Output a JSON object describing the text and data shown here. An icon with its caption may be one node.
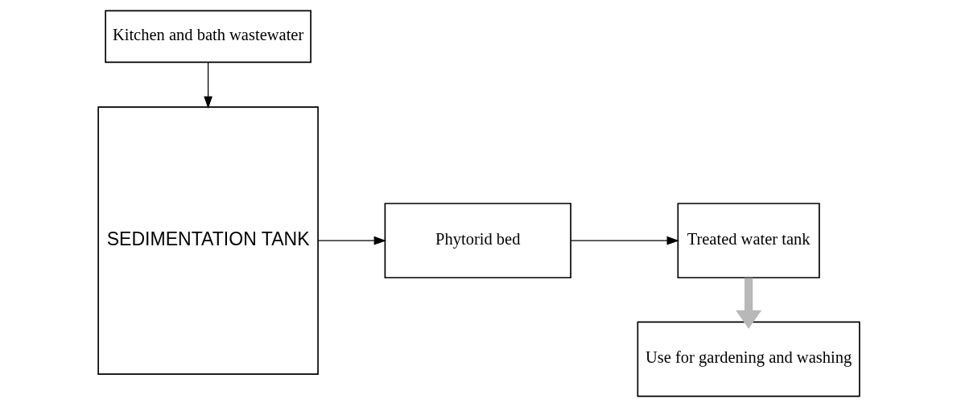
{
  "diagram": {
    "nodes": [
      {
        "text": [
          "Kitchen and bath wastewater"
        ]
      },
      {
        "text": [
          "SEDIMENTATION TANK"
        ]
      },
      {
        "text": [
          "Phytorid bed"
        ]
      },
      {
        "text": [
          "Treated water tank"
        ]
      },
      {
        "text": [
          "Use for gardening and washing"
        ]
      }
    ],
    "edges": [
      {
        "from": 0,
        "to": 1,
        "arrow": "to"
      },
      {
        "from": 1,
        "to": 2,
        "arrow": "to"
      },
      {
        "from": 2,
        "to": 3,
        "arrow": "to"
      },
      {
        "from": 3,
        "to": 4,
        "arrow": "to",
        "style": "thick",
        "color": "#b8b8b8"
      }
    ]
  }
}
